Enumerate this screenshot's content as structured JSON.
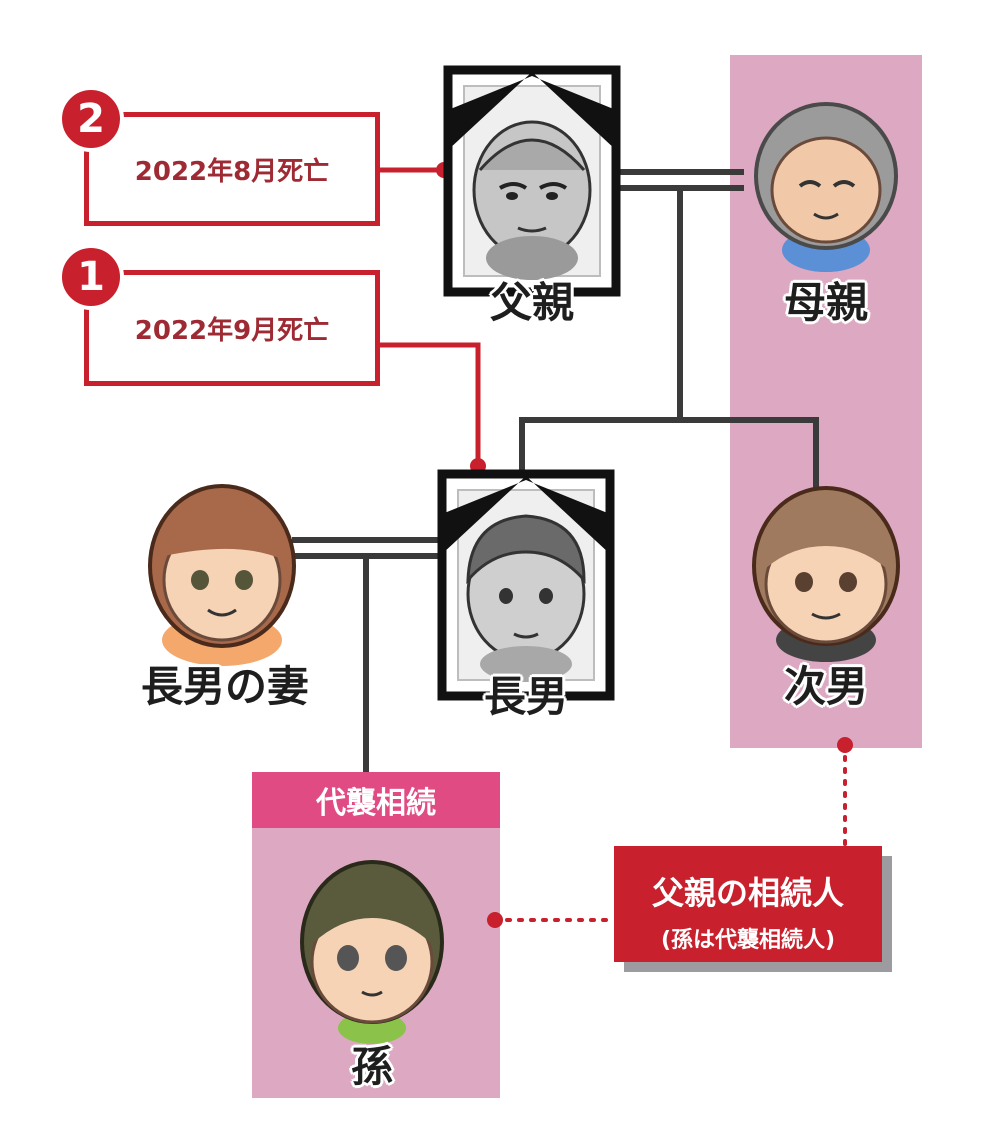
{
  "people": {
    "father": "父親",
    "mother": "母親",
    "eldest_son": "長男",
    "eldest_son_wife": "長男の妻",
    "second_son": "次男",
    "grandchild": "孫"
  },
  "deaths": [
    {
      "number": "2",
      "date": "2022年8月死亡"
    },
    {
      "number": "1",
      "date": "2022年9月死亡"
    }
  ],
  "daishu": {
    "title": "代襲相続"
  },
  "heir_note": {
    "main": "父親の相続人",
    "sub": "(孫は代襲相続人)"
  },
  "colors": {
    "accent_red": "#c8202c",
    "panel_pink": "#dca8c2",
    "title_pink": "#e14b83",
    "line_dark": "#3a3a3a"
  }
}
